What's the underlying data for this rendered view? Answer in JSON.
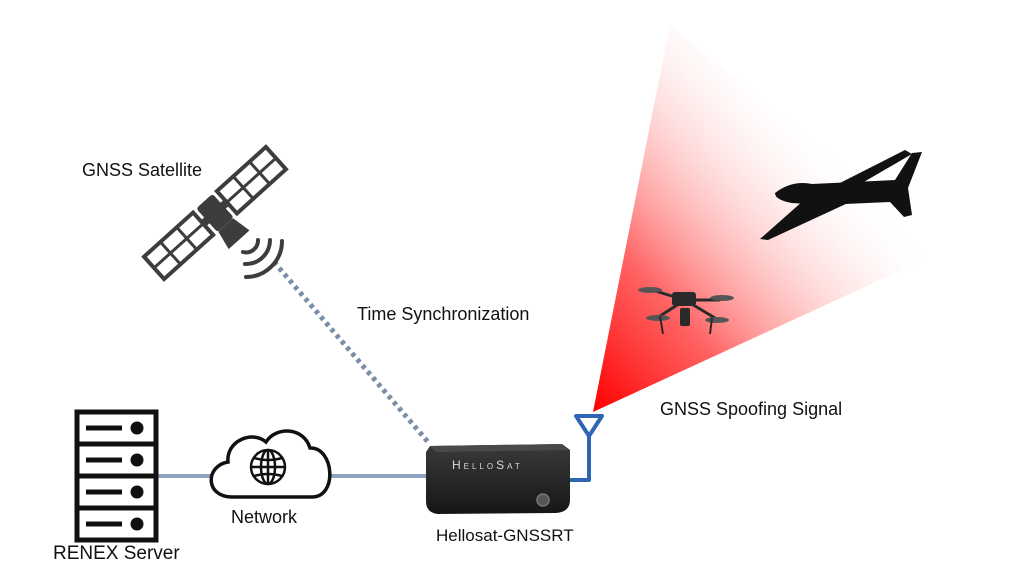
{
  "labels": {
    "satellite": "GNSS Satellite",
    "time_sync": "Time Synchronization",
    "spoofing": "GNSS Spoofing Signal",
    "network": "Network",
    "server": "RENEX Server",
    "device": "Hellosat-GNSSRT",
    "device_brand": "HelloSat"
  },
  "colors": {
    "link": "#8ea3c0",
    "dotted_link": "#7a8ea8",
    "antenna": "#2f66b3",
    "beam": "#ff0000",
    "device": "#262626",
    "satellite": "#3d3d3d"
  },
  "icons": [
    "satellite-icon",
    "signal-waves-icon",
    "server-icon",
    "cloud-icon",
    "globe-icon",
    "router-device-icon",
    "antenna-icon",
    "drone-icon",
    "uav-icon"
  ]
}
